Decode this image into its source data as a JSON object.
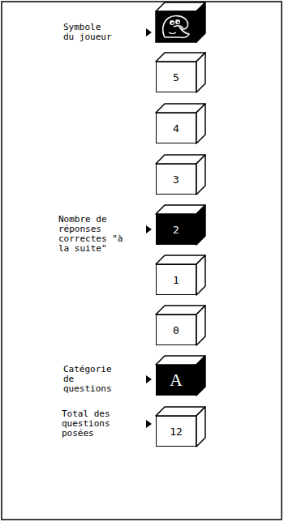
{
  "diagram": {
    "nodes": [
      {
        "text": [
          "5"
        ]
      },
      {
        "text": [
          "4"
        ]
      },
      {
        "text": [
          "3"
        ]
      },
      {
        "text": [
          "2"
        ]
      },
      {
        "text": [
          "1"
        ]
      },
      {
        "text": [
          "0"
        ]
      },
      {
        "text": [
          "A"
        ]
      },
      {
        "text": [
          "12"
        ]
      }
    ],
    "edges": [],
    "labels": [
      "Symbole du joueur",
      "Nombre de réponses correctes \"à la suite\"",
      "Catégorie de questions",
      "Total des questions posées"
    ]
  }
}
